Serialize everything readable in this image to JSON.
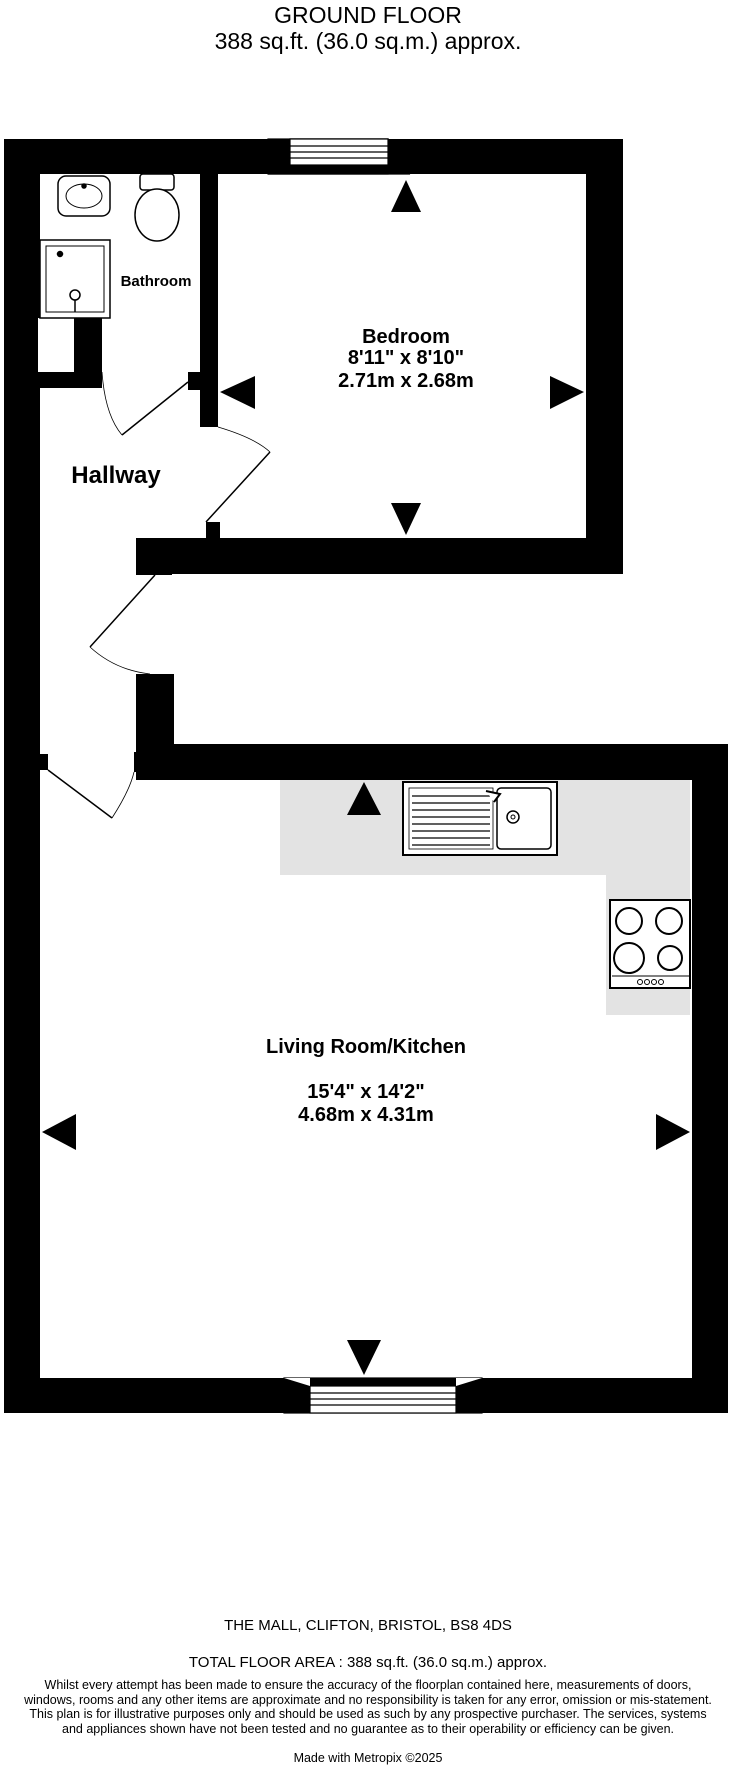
{
  "header": {
    "title": "GROUND FLOOR",
    "area": "388 sq.ft. (36.0 sq.m.) approx."
  },
  "rooms": {
    "bathroom": {
      "name": "Bathroom"
    },
    "hallway": {
      "name": "Hallway"
    },
    "bedroom": {
      "name": "Bedroom",
      "imperial": "8'11\"  x 8'10\"",
      "metric": "2.71m  x 2.68m"
    },
    "living": {
      "name": "Living Room/Kitchen",
      "imperial": "15'4\"  x 14'2\"",
      "metric": "4.68m  x 4.31m"
    }
  },
  "footer": {
    "address": "THE MALL, CLIFTON, BRISTOL, BS8 4DS",
    "total_area": "TOTAL FLOOR AREA : 388 sq.ft. (36.0 sq.m.) approx.",
    "disclaimer": "Whilst every attempt has been made to ensure the accuracy of the floorplan contained here, measurements of doors, windows, rooms and any other items are approximate and no responsibility is taken for any error, omission or mis-statement. This plan is for illustrative purposes only and should be used as such by any prospective purchaser. The services, systems and appliances shown have not been tested and no guarantee as to their operability or efficiency can be given.",
    "made_with": "Made with Metropix ©2025"
  }
}
